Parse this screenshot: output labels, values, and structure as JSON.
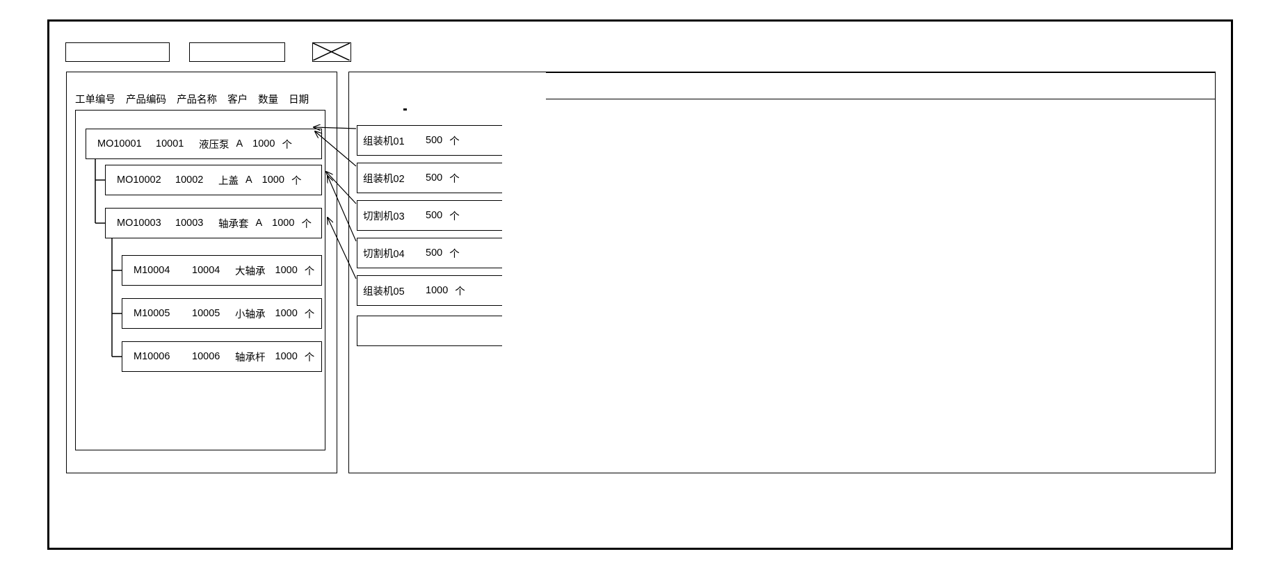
{
  "window": {
    "title": ""
  },
  "toolbar": {
    "field_1": {
      "value": "",
      "placeholder": ""
    },
    "field_2": {
      "value": "",
      "placeholder": ""
    },
    "icon": {
      "name": "crossed-box-icon",
      "label": ""
    }
  },
  "left_panel": {
    "name": "work-order-tree-panel",
    "columns": [
      "工单编号",
      "产品编码",
      "产品名称",
      "客户",
      "数量",
      "日期"
    ],
    "rows": [
      {
        "level": 0,
        "order_no": "MO10001",
        "product_code": "10001",
        "product_name": "液压泵",
        "customer": "A",
        "qty": "1000",
        "unit": "个",
        "date": ""
      },
      {
        "level": 1,
        "order_no": "MO10002",
        "product_code": "10002",
        "product_name": "上盖",
        "customer": "A",
        "qty": "1000",
        "unit": "个",
        "date": ""
      },
      {
        "level": 1,
        "order_no": "MO10003",
        "product_code": "10003",
        "product_name": "轴承套",
        "customer": "A",
        "qty": "1000",
        "unit": "个",
        "date": ""
      },
      {
        "level": 2,
        "order_no": "M10004",
        "product_code": "10004",
        "product_name": "大轴承",
        "customer": "",
        "qty": "1000",
        "unit": "个",
        "date": ""
      },
      {
        "level": 2,
        "order_no": "M10005",
        "product_code": "10005",
        "product_name": "小轴承",
        "customer": "",
        "qty": "1000",
        "unit": "个",
        "date": ""
      },
      {
        "level": 2,
        "order_no": "M10006",
        "product_code": "10006",
        "product_name": "轴承杆",
        "customer": "",
        "qty": "1000",
        "unit": "个",
        "date": ""
      }
    ]
  },
  "middle_panel": {
    "name": "machine-assignment-panel",
    "cards": [
      {
        "machine": "组装机01",
        "qty": "500",
        "unit": "个"
      },
      {
        "machine": "组装机02",
        "qty": "500",
        "unit": "个"
      },
      {
        "machine": "切割机03",
        "qty": "500",
        "unit": "个"
      },
      {
        "machine": "切割机04",
        "qty": "500",
        "unit": "个"
      },
      {
        "machine": "组装机05",
        "qty": "1000",
        "unit": "个"
      }
    ],
    "empty_card": {
      "machine": "",
      "qty": "",
      "unit": ""
    }
  },
  "right_panel": {
    "name": "detail-panel",
    "header_row": "",
    "body": ""
  },
  "colors": {
    "stroke": "#000000",
    "background": "#ffffff"
  }
}
